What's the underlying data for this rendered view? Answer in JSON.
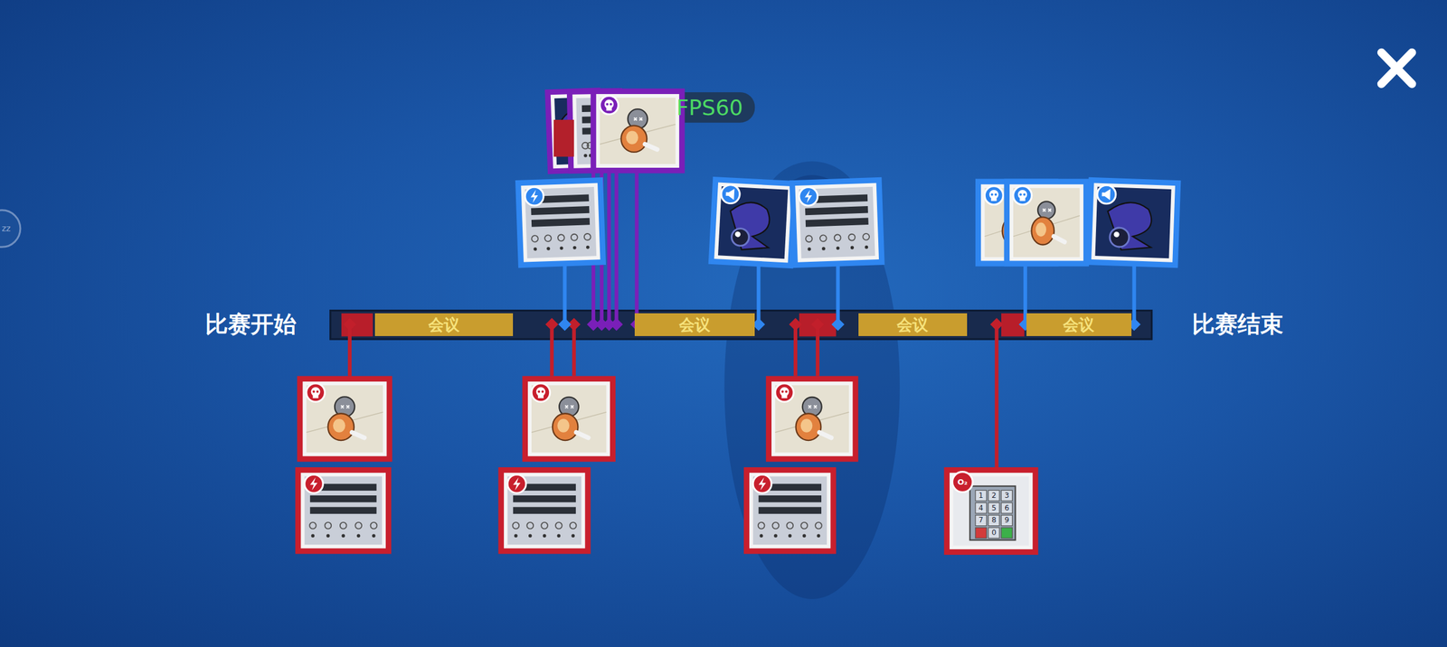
{
  "diagram": {
    "nodes": [
      {
        "text": [
          "会议"
        ]
      },
      {
        "text": [
          "会议"
        ]
      },
      {
        "text": [
          "会议"
        ]
      },
      {
        "text": [
          "会议"
        ]
      }
    ],
    "labels": [
      "比赛开始",
      "比赛结束",
      "FPS60",
      "zz",
      "O₂",
      "1",
      "2",
      "3",
      "4",
      "5",
      "6",
      "7",
      "8",
      "9",
      "0"
    ]
  }
}
